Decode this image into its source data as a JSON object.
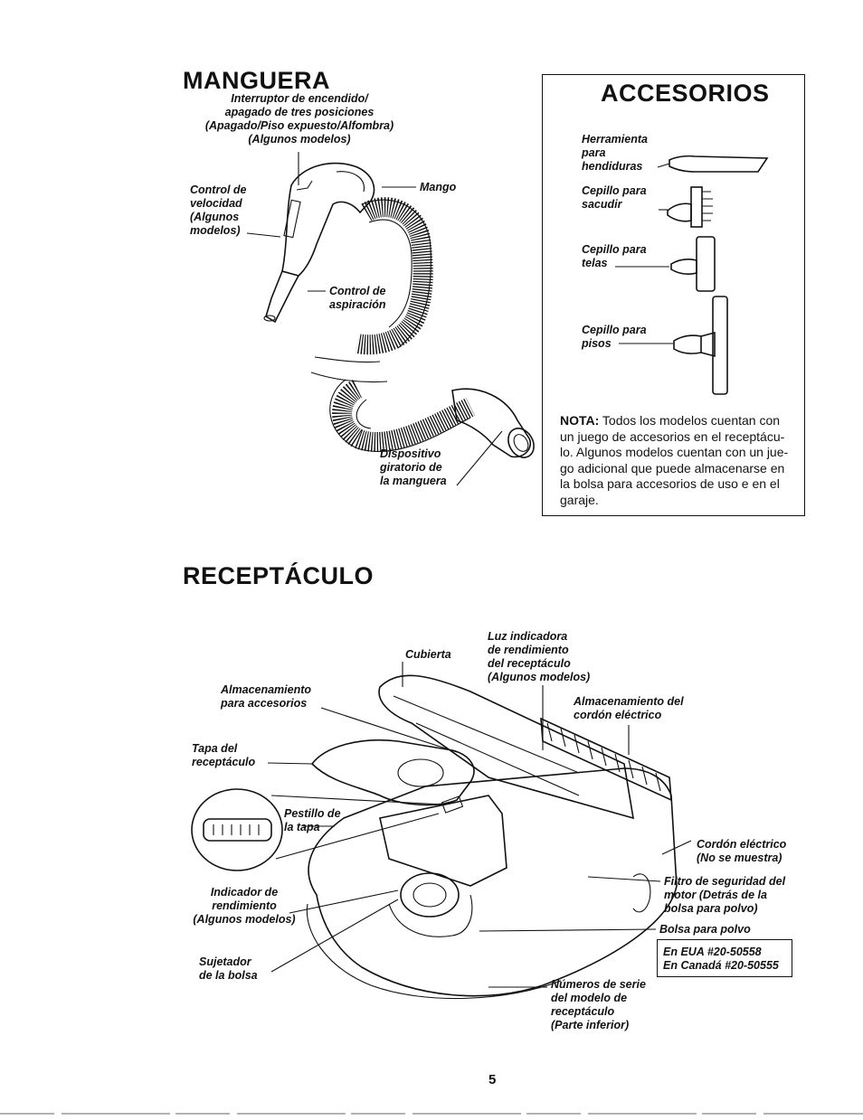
{
  "manguera": {
    "title": "MANGUERA",
    "switch_label": "Interruptor de encendido/\napagado de tres posiciones\n(Apagado/Piso expuesto/Alfombra)\n(Algunos modelos)",
    "speed_label": "Control de\nvelocidad\n(Algunos\nmodelos)",
    "handle_label": "Mango",
    "suction_label": "Control de\naspiración",
    "swivel_label": "Dispositivo\ngiratorio de\nla manguera"
  },
  "accesorios": {
    "title": "ACCESORIOS",
    "items": [
      {
        "label": "Herramienta\npara\nhendiduras",
        "icon": "crevice-tool-icon"
      },
      {
        "label": "Cepillo para\nsacudir",
        "icon": "dusting-brush-icon"
      },
      {
        "label": "Cepillo para\ntelas",
        "icon": "upholstery-brush-icon"
      },
      {
        "label": "Cepillo para\npisos",
        "icon": "floor-brush-icon"
      }
    ],
    "nota_label": "NOTA:",
    "nota_text": " Todos los modelos cuentan con un juego de accesorios en el receptácu-lo. Algunos modelos cuentan con un jue-go adicional que puede almacenarse en la bolsa para accesorios de uso e en el garaje."
  },
  "receptaculo": {
    "title": "RECEPTÁCULO",
    "cubierta": "Cubierta",
    "luz": "Luz indicadora\nde rendimiento\ndel receptáculo\n(Algunos modelos)",
    "almac_acc": "Almacenamiento\npara accesorios",
    "almac_cordon": "Almacenamiento del\ncordón eléctrico",
    "tapa": "Tapa del\nreceptáculo",
    "pestillo": "Pestillo de\nla tapa",
    "cordon": "Cordón eléctrico\n(No se muestra)",
    "filtro": "Filtro de seguridad del\nmotor (Detrás de la\nbolsa para polvo)",
    "indicador": "Indicador de\nrendimiento\n(Algunos modelos)",
    "bolsa": "Bolsa para polvo",
    "sujetador": "Sujetador\nde la bolsa",
    "bolsa_eua": "En EUA #20-50558",
    "bolsa_canada": "En Canadá #20-50555",
    "numeros": "Números de serie\ndel modelo de\nreceptáculo\n(Parte inferior)"
  },
  "page_number": "5"
}
